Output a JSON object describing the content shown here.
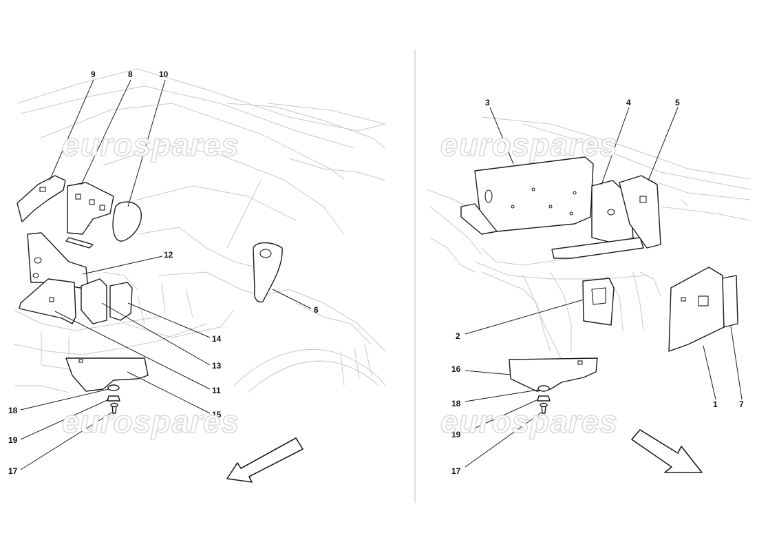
{
  "watermark": "eurospares",
  "left_panel": {
    "callouts": {
      "c9": "9",
      "c8": "8",
      "c10": "10",
      "c12": "12",
      "c6": "6",
      "c14": "14",
      "c13": "13",
      "c11": "11",
      "c15": "15",
      "c18": "18",
      "c19": "19",
      "c17": "17"
    }
  },
  "right_panel": {
    "callouts": {
      "c3": "3",
      "c4": "4",
      "c5": "5",
      "c2": "2",
      "c16": "16",
      "c1": "1",
      "c7": "7",
      "c18": "18",
      "c19": "19",
      "c17": "17"
    }
  }
}
